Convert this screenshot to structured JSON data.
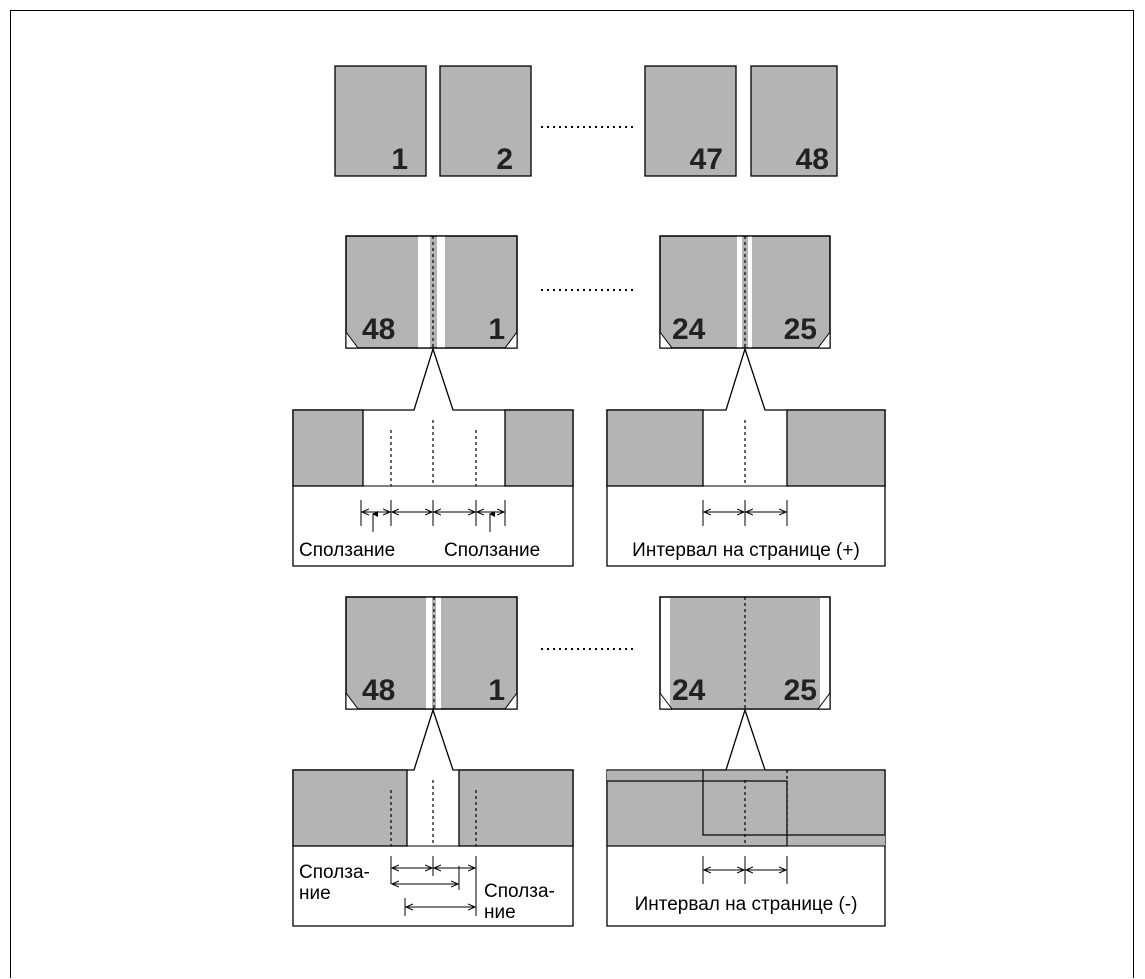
{
  "row1": {
    "pages": [
      "1",
      "2",
      "47",
      "48"
    ]
  },
  "spreads": {
    "top_left": {
      "left": "48",
      "right": "1"
    },
    "top_right": {
      "left": "24",
      "right": "25"
    },
    "bot_left": {
      "left": "48",
      "right": "1"
    },
    "bot_right": {
      "left": "24",
      "right": "25"
    }
  },
  "labels": {
    "creep_a": "Сползание",
    "creep_b": "Сползание",
    "interval_plus": "Интервал на странице (+)",
    "creep_c1": "Сполза-",
    "creep_c2": "ние",
    "creep_d1": "Сполза-",
    "creep_d2": "ние",
    "interval_minus": "Интервал на странице (-)"
  },
  "colors": {
    "sheet_gray": "#b4b4b4",
    "line": "#000000"
  }
}
